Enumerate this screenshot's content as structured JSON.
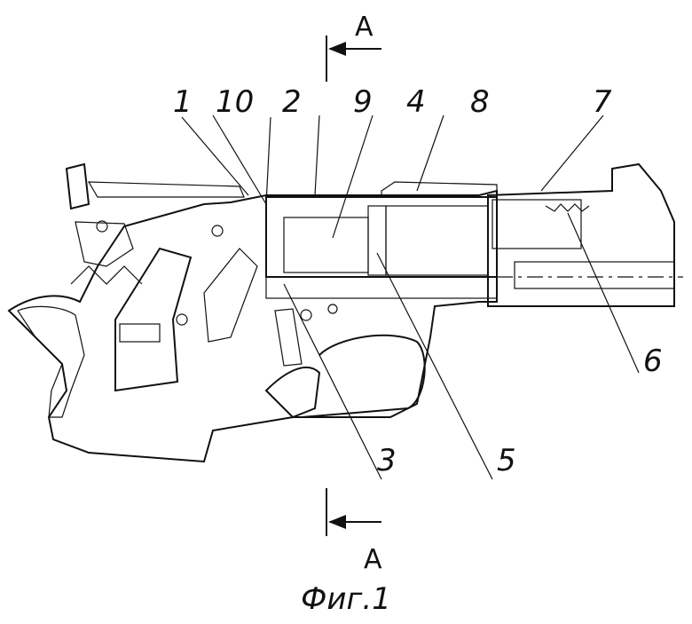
{
  "callouts": [
    {
      "label": "1"
    },
    {
      "label": "10"
    },
    {
      "label": "2"
    },
    {
      "label": "9"
    },
    {
      "label": "4"
    },
    {
      "label": "8"
    },
    {
      "label": "7"
    },
    {
      "label": "6"
    },
    {
      "label": "3"
    },
    {
      "label": "5"
    }
  ],
  "section_marks": {
    "top": "A",
    "bottom": "A"
  },
  "caption": "Фиг.1"
}
